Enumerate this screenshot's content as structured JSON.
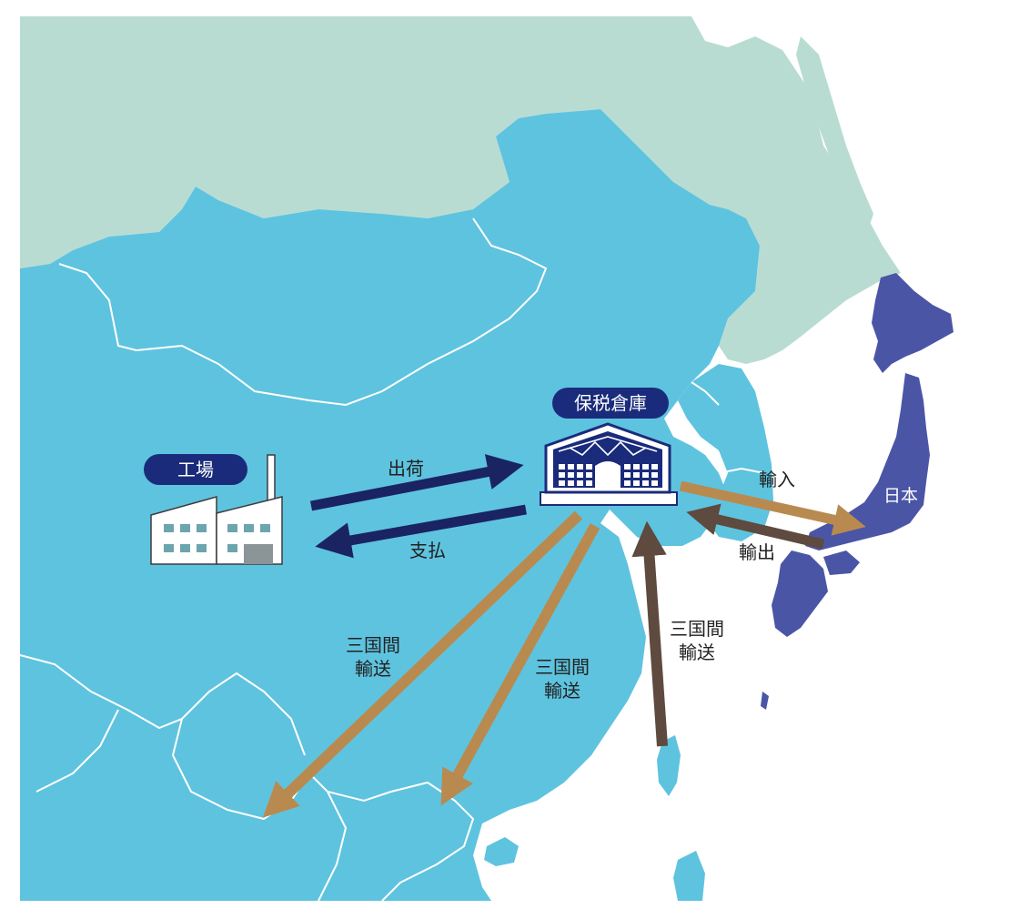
{
  "labels": {
    "factory": "工場",
    "warehouse": "保税倉庫",
    "japan": "日本",
    "ship": "出荷",
    "payment": "支払",
    "import": "輸入",
    "export": "輸出",
    "triangle_line1": "三国間",
    "triangle_line2": "輸送"
  },
  "colors": {
    "ocean": "#ffffff",
    "russia_land": "#b9dcd2",
    "china_land": "#5ec3df",
    "japan_land": "#4b55a6",
    "borders": "#ffffff",
    "navy_arrow": "#1a2462",
    "tan_arrow": "#b98a4f",
    "brown_arrow": "#5e4a3e",
    "pill": "#1a2b7c"
  },
  "icons": {
    "factory": "factory-icon",
    "warehouse": "warehouse-icon"
  }
}
